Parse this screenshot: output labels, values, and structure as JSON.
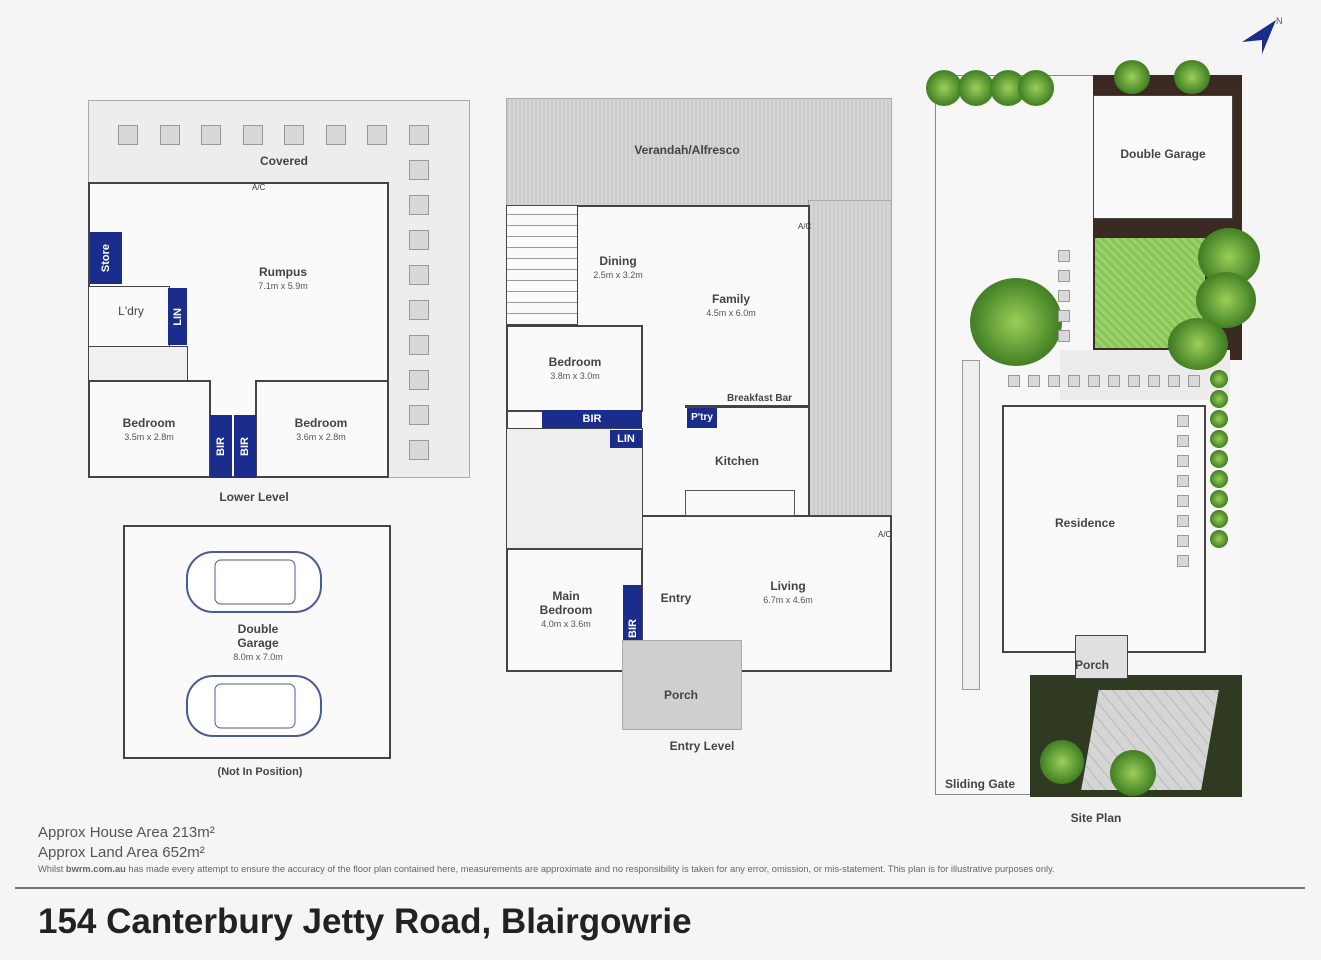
{
  "lower_level": {
    "caption": "Lower Level",
    "covered": "Covered",
    "ac": "A/C",
    "rumpus": {
      "name": "Rumpus",
      "dim": "7.1m x 5.9m"
    },
    "store": "Store",
    "laundry": "L'dry",
    "lin": "LIN",
    "bedroom1": {
      "name": "Bedroom",
      "dim": "3.5m x 2.8m"
    },
    "bedroom2": {
      "name": "Bedroom",
      "dim": "3.6m x 2.8m"
    },
    "bir": "BIR"
  },
  "garage": {
    "name": "Double Garage",
    "dim": "8.0m x 7.0m",
    "note": "(Not In Position)"
  },
  "entry_level": {
    "caption": "Entry Level",
    "verandah": "Verandah/Alfresco",
    "ac": "A/C",
    "dining": {
      "name": "Dining",
      "dim": "2.5m x 3.2m"
    },
    "family": {
      "name": "Family",
      "dim": "4.5m x 6.0m"
    },
    "bedroom": {
      "name": "Bedroom",
      "dim": "3.8m x 3.0m"
    },
    "bir": "BIR",
    "lin": "LIN",
    "pantry": "P'try",
    "breakfast_bar": "Breakfast Bar",
    "kitchen": "Kitchen",
    "main_bedroom": {
      "name": "Main Bedroom",
      "dim": "4.0m x 3.6m"
    },
    "entry": "Entry",
    "living": {
      "name": "Living",
      "dim": "6.7m x 4.6m"
    },
    "porch": "Porch"
  },
  "site_plan": {
    "caption": "Site Plan",
    "double_garage": "Double Garage",
    "residence": "Residence",
    "porch": "Porch",
    "sliding_gate": "Sliding Gate"
  },
  "footer": {
    "house_area": "Approx House Area 213m²",
    "land_area": "Approx Land Area 652m²",
    "disclaimer_prefix": "Whilst ",
    "disclaimer_brand": "bwrm.com.au",
    "disclaimer_rest": " has made every attempt to ensure the accuracy of the floor plan contained here, measurements are approximate and no responsibility is taken for any error, omission, or mis-statement. This plan is for illustrative purposes only.",
    "address": "154 Canterbury Jetty Road, Blairgowrie"
  },
  "colors": {
    "accent": "#1a2c8c",
    "lawn": "#8fcb5f"
  }
}
